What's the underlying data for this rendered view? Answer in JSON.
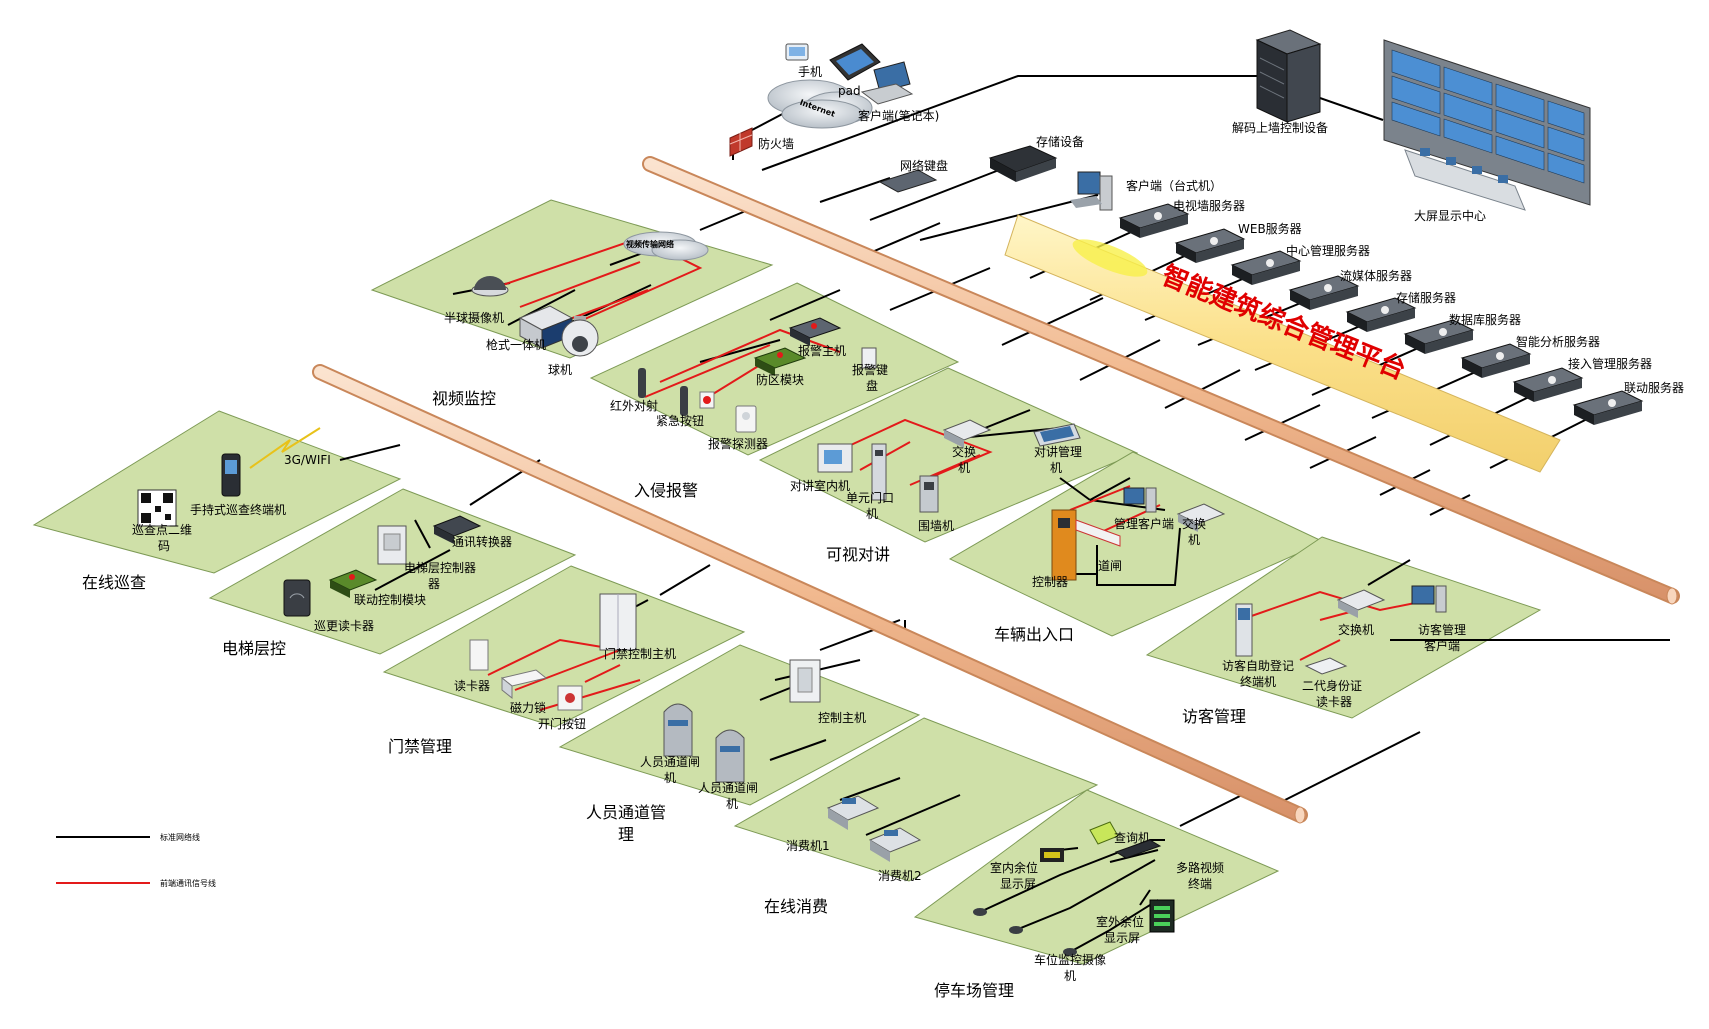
{
  "banner": "智能建筑综合管理平台",
  "legend": {
    "standard": "标准网络线",
    "frontend": "前端通讯信号线"
  },
  "top": {
    "phone": "手机",
    "pad": "pad",
    "internet": "Internet",
    "laptop": "客户端(笔记本)",
    "firewall": "防火墙",
    "keyboard": "网络键盘",
    "storage": "存储设备",
    "desktop": "客户端（台式机）",
    "decoder": "解码上墙控制设备",
    "display_center": "大屏显示中心"
  },
  "servers": [
    "电视墙服务器",
    "WEB服务器",
    "中心管理服务器",
    "流媒体服务器",
    "存储服务器",
    "数据库服务器",
    "智能分析服务器",
    "接入管理服务器",
    "联动服务器"
  ],
  "video": {
    "title": "视频监控",
    "network": "视频传输网络",
    "dome": "半球摄像机",
    "bullet": "枪式一体机",
    "ptz": "球机"
  },
  "intrusion": {
    "title": "入侵报警",
    "host": "报警主机",
    "keypad_a": "报警键",
    "keypad_b": "盘",
    "zone": "防区模块",
    "ir": "红外对射",
    "emergency": "紧急按钮",
    "detector": "报警探测器"
  },
  "intercom": {
    "title": "可视对讲",
    "switch_a": "交换",
    "switch_b": "机",
    "mgmt_a": "对讲管理",
    "mgmt_b": "机",
    "indoor": "对讲室内机",
    "unit_a": "单元门口",
    "unit_b": "机",
    "wall": "围墙机"
  },
  "patrol": {
    "title": "在线巡查",
    "signal": "3G/WIFI",
    "handheld": "手持式巡查终端机",
    "qr_a": "巡查点二维",
    "qr_b": "码"
  },
  "elevator": {
    "title": "电梯层控",
    "converter": "通讯转换器",
    "controller_a": "电梯层控制器",
    "controller_b": "器",
    "linkage": "联动控制模块",
    "reader": "巡更读卡器"
  },
  "access": {
    "title": "门禁管理",
    "host": "门禁控制主机",
    "reader": "读卡器",
    "maglock": "磁力锁",
    "button": "开门按钮"
  },
  "passage": {
    "title_a": "人员通道管",
    "title_b": "理",
    "host": "控制主机",
    "gate1_a": "人员通道闸",
    "gate1_b": "机",
    "gate2_a": "人员通道闸",
    "gate2_b": "机"
  },
  "consume": {
    "title": "在线消费",
    "pos1": "消费机1",
    "pos2": "消费机2"
  },
  "vehicle": {
    "title": "车辆出入口",
    "client": "管理客户端",
    "switch_a": "交换",
    "switch_b": "机",
    "barrier": "道闸",
    "controller": "控制器"
  },
  "visitor": {
    "title": "访客管理",
    "switch": "交换机",
    "client_a": "访客管理",
    "client_b": "客户端",
    "kiosk_a": "访客自助登记",
    "kiosk_b": "终端机",
    "idreader_a": "二代身份证",
    "idreader_b": "读卡器"
  },
  "parking": {
    "title": "停车场管理",
    "query": "查询机",
    "indoor_a": "室内余位",
    "indoor_b": "显示屏",
    "terminal_a": "多路视频",
    "terminal_b": "终端",
    "outdoor_a": "室外余位",
    "outdoor_b": "显示屏",
    "camera_a": "车位监控摄像",
    "camera_b": "机"
  },
  "colors": {
    "plate": "#cfe0a8",
    "plate_stroke": "#7d9a55",
    "pipe": "#f3c7a5",
    "pipe_stroke": "#c9875a",
    "signal": "#e31a1a",
    "network": "#000000",
    "banner_fill": "#f7e59c"
  }
}
